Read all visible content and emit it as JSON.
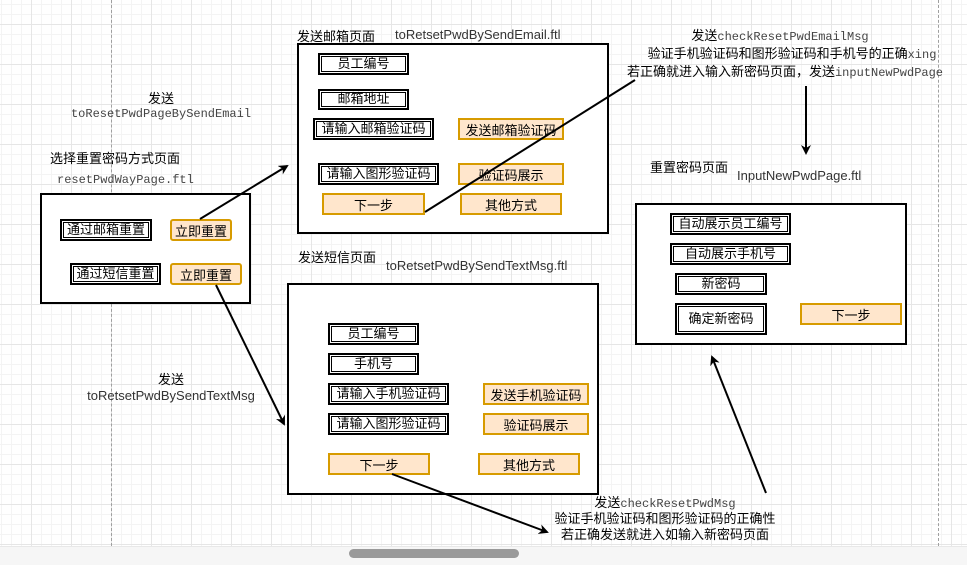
{
  "diagram": {
    "way_page": {
      "title": "选择重置密码方式页面",
      "file": "resetPwdWayPage.ftl",
      "email_option": "通过邮箱重置",
      "email_button": "立即重置",
      "sms_option": "通过短信重置",
      "sms_button": "立即重置"
    },
    "email_page": {
      "title": "发送邮箱页面",
      "file": "toRetsetPwdBySendEmail.ftl",
      "employee_id": "员工编号",
      "email_address": "邮箱地址",
      "email_code_input": "请输入邮箱验证码",
      "send_email_code_button": "发送邮箱验证码",
      "captcha_input": "请输入图形验证码",
      "captcha_display": "验证码展示",
      "next_button": "下一步",
      "other_button": "其他方式"
    },
    "sms_page": {
      "title": "发送短信页面",
      "file": "toRetsetPwdBySendTextMsg.ftl",
      "employee_id": "员工编号",
      "phone": "手机号",
      "sms_code_input": "请输入手机验证码",
      "send_sms_code_button": "发送手机验证码",
      "captcha_input": "请输入图形验证码",
      "captcha_display": "验证码展示",
      "next_button": "下一步",
      "other_button": "其他方式"
    },
    "new_pwd_page": {
      "title": "重置密码页面",
      "file": "InputNewPwdPage.ftl",
      "auto_employee_id": "自动展示员工编号",
      "auto_phone": "自动展示手机号",
      "new_password": "新密码",
      "confirm_password": "确定新密码",
      "next_button": "下一步"
    },
    "edge_labels": {
      "to_email": {
        "prefix": "发送",
        "method": "toResetPwdPageBySendEmail"
      },
      "to_sms": {
        "prefix": "发送",
        "method": "toRetsetPwdBySendTextMsg"
      },
      "email_check": {
        "prefix": "发送",
        "method": "checkResetPwdEmailMsg",
        "line2_cn": "验证手机验证码和图形验证码和手机号的正确",
        "line2_suffix": "xing",
        "line3_cn": "若正确就进入输入新密码页面，发送",
        "line3_method": "inputNewPwdPage"
      },
      "sms_check": {
        "prefix": "发送",
        "method": "checkResetPwdMsg",
        "line2": "验证手机验证码和图形验证码的正确性",
        "line3": "若正确发送就进入如输入新密码页面"
      }
    }
  }
}
